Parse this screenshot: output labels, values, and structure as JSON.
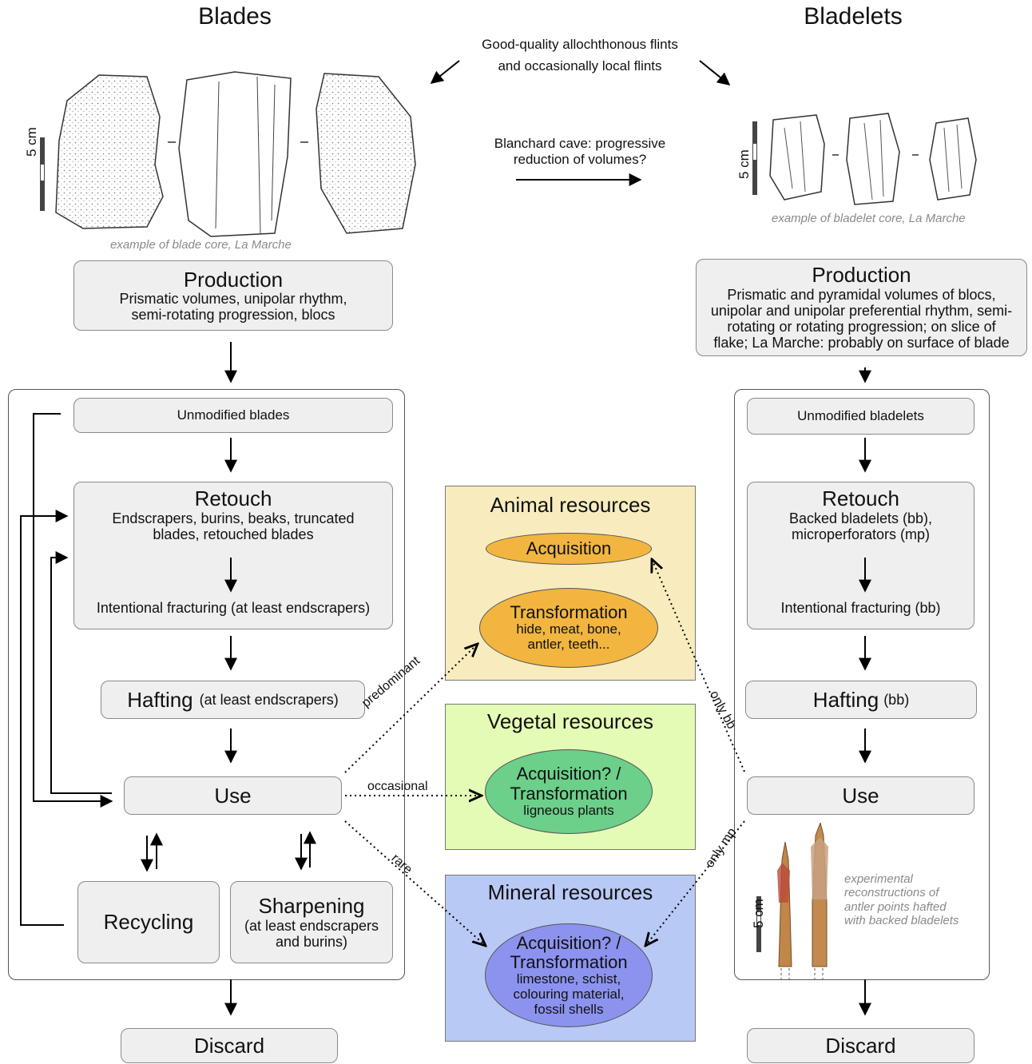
{
  "headers": {
    "left": "Blades",
    "right": "Bladelets"
  },
  "top_note": {
    "line1": "Good-quality allochthonous flints",
    "line2": "and occasionally local flints"
  },
  "middle_note": {
    "line1": "Blanchard cave: progressive",
    "line2": "reduction of volumes?"
  },
  "blade_core": {
    "caption": "example of blade core, La Marche",
    "scale": "5 cm"
  },
  "bladelet_core": {
    "caption": "example of bladelet core, La Marche",
    "scale": "5 cm"
  },
  "blades": {
    "production": {
      "title": "Production",
      "l1": "Prismatic volumes, unipolar rhythm,",
      "l2": "semi-rotating progression, blocs"
    },
    "unmodified": "Unmodified blades",
    "retouch": {
      "title": "Retouch",
      "l1": "Endscrapers, burins, beaks, truncated",
      "l2": "blades, retouched blades",
      "fracturing": "Intentional fracturing (at least endscrapers)"
    },
    "hafting": {
      "title": "Hafting",
      "sub": "(at least endscrapers)"
    },
    "use": "Use",
    "recycling": "Recycling",
    "sharpening": {
      "title": "Sharpening",
      "l1": "(at least endscrapers",
      "l2": "and burins)"
    },
    "discard": "Discard"
  },
  "bladelets": {
    "production": {
      "title": "Production",
      "l1": "Prismatic and pyramidal volumes of blocs,",
      "l2": "unipolar and unipolar preferential rhythm, semi-",
      "l3": "rotating or rotating progression; on slice of",
      "l4": "flake; La Marche: probably on surface of blade"
    },
    "unmodified": "Unmodified bladelets",
    "retouch": {
      "title": "Retouch",
      "l1": "Backed bladelets (bb),",
      "l2": "microperforators (mp)",
      "fracturing": "Intentional fracturing (bb)"
    },
    "hafting": {
      "title": "Hafting",
      "sub": "(bb)"
    },
    "use": "Use",
    "experimental": {
      "l1": "experimental",
      "l2": "reconstructions of",
      "l3": "antler points hafted",
      "l4": "with backed bladelets",
      "scale": "5 cm"
    },
    "discard": "Discard"
  },
  "resources": {
    "animal": {
      "title": "Animal resources",
      "acq": "Acquisition",
      "trans": "Transformation",
      "t1": "hide, meat, bone,",
      "t2": "antler, teeth..."
    },
    "vegetal": {
      "title": "Vegetal resources",
      "a1": "Acquisition? /",
      "a2": "Transformation",
      "sub": "ligneous plants"
    },
    "mineral": {
      "title": "Mineral resources",
      "a1": "Acquisition? /",
      "a2": "Transformation",
      "s1": "limestone, schist,",
      "s2": "colouring material,",
      "s3": "fossil shells"
    }
  },
  "edge_labels": {
    "predominant": "predominant",
    "occasional": "occasional",
    "rare": "rare",
    "only_bb": "only bb",
    "only_mp": "only mp"
  },
  "colors": {
    "animal_bg": "#f8ecbe",
    "animal_ell": "#f1b540",
    "vegetal_bg": "#e4fbb6",
    "vegetal_ell": "#6ccf8a",
    "mineral_bg": "#b9c9f6",
    "mineral_ell": "#8c93ee",
    "box": "#efefef"
  }
}
